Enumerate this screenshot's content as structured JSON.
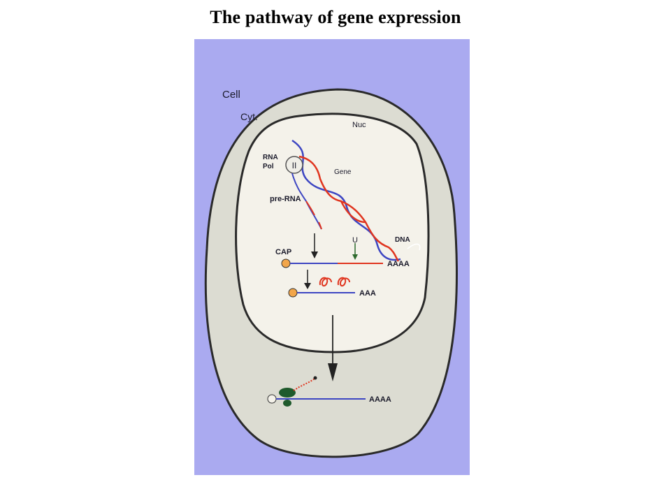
{
  "title": "The pathway of gene expression",
  "colors": {
    "slide_bg": "#aaaaf0",
    "cell_fill": "#dcdcd2",
    "outline": "#2a2a2a",
    "strand_blue": "#3d46c2",
    "strand_red": "#e0351f",
    "cap": "#f2a64a",
    "ribosome": "#1f5a2c",
    "u_arrow": "#2d6a2d",
    "arrow": "#222222"
  },
  "labels": {
    "cell": "Cell",
    "cytoplasm": "Cyt.",
    "nucleus": "Nuc",
    "rna_pol_line1": "RNA",
    "rna_pol_line2": "Pol",
    "polymerase_symbol": "II",
    "gene": "Gene",
    "pre_rna": "pre-RNA",
    "dna": "DNA",
    "cap": "CAP",
    "u": "U",
    "poly_a_long": "AAAA",
    "poly_a_short": "AAA",
    "poly_a_cyto": "AAAA"
  }
}
